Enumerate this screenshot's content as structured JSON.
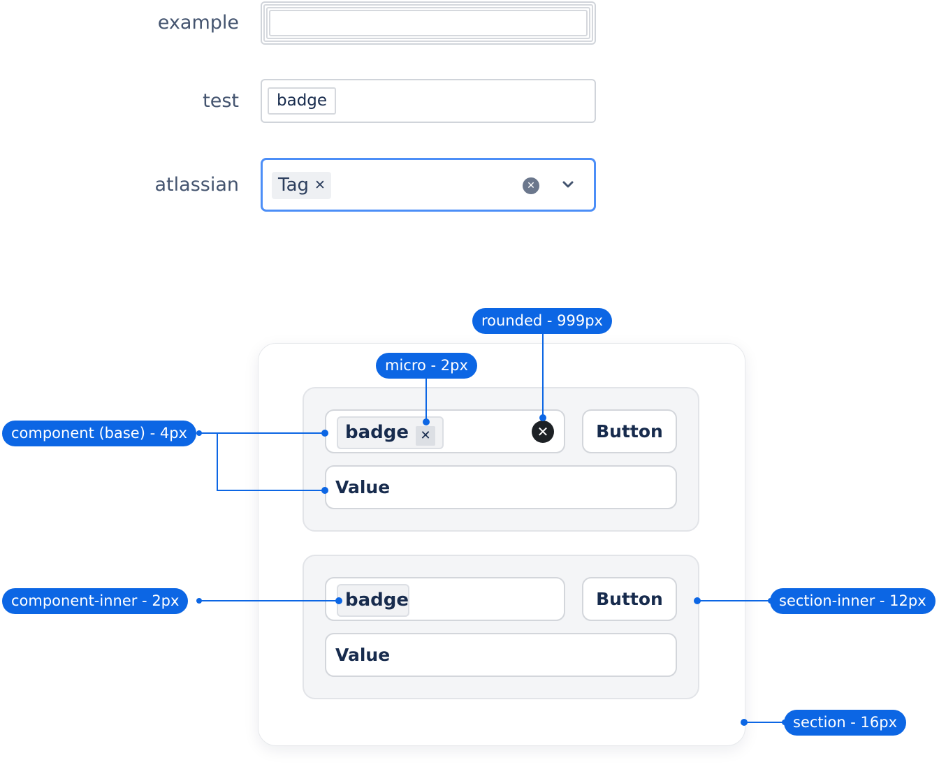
{
  "form": {
    "rows": [
      {
        "label": "example"
      },
      {
        "label": "test",
        "badge": "badge"
      },
      {
        "label": "atlassian",
        "tag": "Tag"
      }
    ]
  },
  "diagram": {
    "section1": {
      "badge": "badge",
      "button": "Button",
      "value": "Value"
    },
    "section2": {
      "badge": "badge",
      "button": "Button",
      "value": "Value"
    },
    "annotations": {
      "rounded": "rounded - 999px",
      "micro": "micro - 2px",
      "component_base": "component (base) - 4px",
      "component_inner": "component-inner - 2px",
      "section_inner": "section-inner - 12px",
      "section": "section - 16px"
    }
  },
  "icons": {
    "tag_remove": "close-icon",
    "clear": "clear-circle-icon",
    "dropdown": "chevron-down-icon",
    "micro_remove": "close-icon",
    "rounded_clear": "close-circle-icon"
  },
  "colors": {
    "annotation": "#0c66e4",
    "focus_border": "#4c8ef7",
    "section_bg": "#f4f5f7"
  }
}
